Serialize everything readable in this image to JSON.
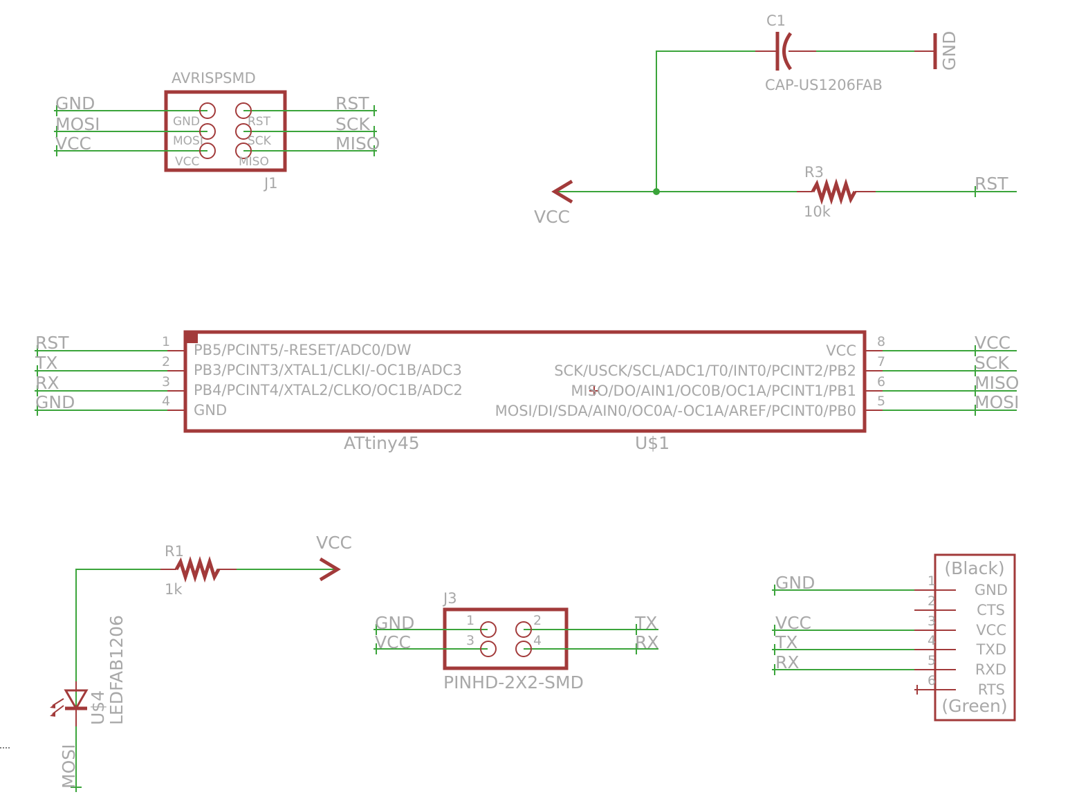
{
  "colors": {
    "wire": "#3aa43a",
    "part": "#a23a3a",
    "text": "#a8a8a8",
    "background": "#ffffff"
  },
  "j1": {
    "value": "AVRISPSMD",
    "name": "J1",
    "pads_left": [
      "GND",
      "MOSI",
      "VCC"
    ],
    "pads_right": [
      "RST",
      "SCK",
      "MISO"
    ],
    "nets_left": [
      "GND",
      "MOSI",
      "VCC"
    ],
    "nets_right": [
      "RST",
      "SCK",
      "MISO"
    ]
  },
  "c1": {
    "name": "C1",
    "value": "CAP-US1206FAB",
    "gnd": "GND"
  },
  "r3": {
    "name": "R3",
    "value": "10k",
    "vcc": "VCC",
    "rst": "RST"
  },
  "u1": {
    "value": "ATtiny45",
    "name": "U$1",
    "left_nets": [
      "RST",
      "TX",
      "RX",
      "GND"
    ],
    "left_pin_numbers": [
      "1",
      "2",
      "3",
      "4"
    ],
    "left_pin_names": [
      "PB5/PCINT5/-RESET/ADC0/DW",
      "PB3/PCINT3/XTAL1/CLKI/-OC1B/ADC3",
      "PB4/PCINT4/XTAL2/CLKO/OC1B/ADC2",
      "GND"
    ],
    "right_nets": [
      "VCC",
      "SCK",
      "MISO",
      "MOSI"
    ],
    "right_pin_numbers": [
      "8",
      "7",
      "6",
      "5"
    ],
    "right_pin_names": [
      "VCC",
      "SCK/USCK/SCL/ADC1/T0/INT0/PCINT2/PB2",
      "MISO/DO/AIN1/OC0B/OC1A/PCINT1/PB1",
      "MOSI/DI/SDA/AIN0/OC0A/-OC1A/AREF/PCINT0/PB0"
    ]
  },
  "r1": {
    "name": "R1",
    "value": "1k",
    "vcc": "VCC"
  },
  "led": {
    "name": "U$4",
    "value": "LEDFAB1206",
    "net": "MOSI"
  },
  "j3": {
    "name": "J3",
    "value": "PINHD-2X2-SMD",
    "pin_numbers": [
      "1",
      "2",
      "3",
      "4"
    ],
    "nets_left": [
      "GND",
      "VCC"
    ],
    "nets_right": [
      "TX",
      "RX"
    ]
  },
  "ftdi": {
    "top_label": "(Black)",
    "bottom_label": "(Green)",
    "pin_numbers": [
      "1",
      "2",
      "3",
      "4",
      "5",
      "6"
    ],
    "pin_names": [
      "GND",
      "CTS",
      "VCC",
      "TXD",
      "RXD",
      "RTS"
    ],
    "nets": [
      "GND",
      "VCC",
      "TX",
      "RX"
    ]
  }
}
